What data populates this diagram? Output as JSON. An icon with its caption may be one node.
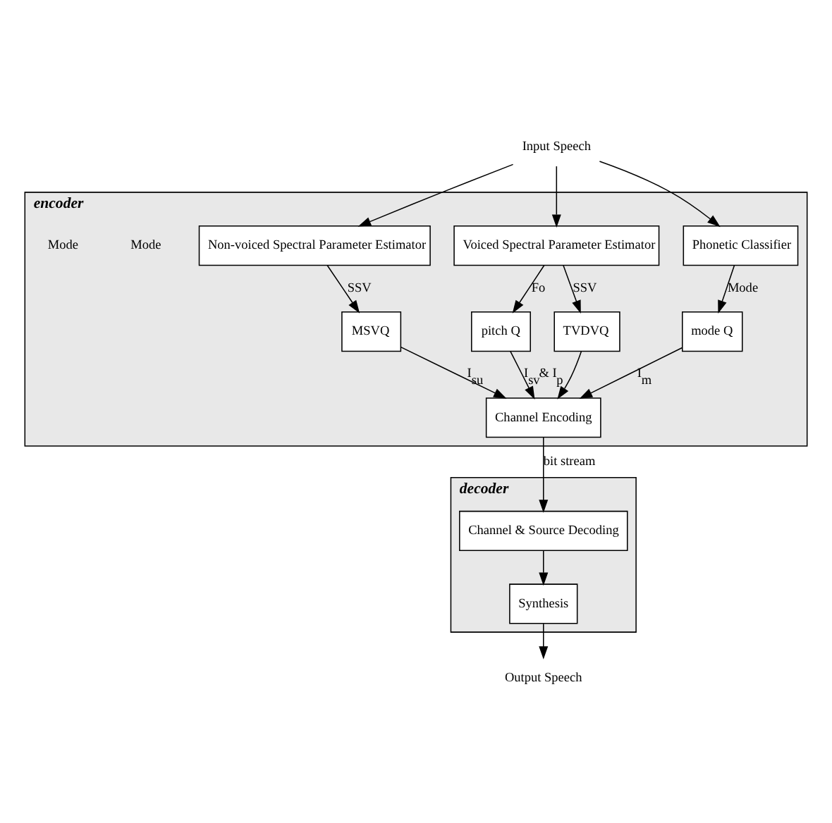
{
  "diagram": {
    "nodes": [
      {
        "text": [
          "encoder"
        ]
      },
      {
        "text": [
          "Non-voiced Spectral Parameter Estimator"
        ],
        "in": 0
      },
      {
        "text": [
          "Voiced Spectral Parameter Estimator"
        ],
        "in": 0
      },
      {
        "text": [
          "Phonetic Classifier"
        ],
        "in": 0
      },
      {
        "text": [
          "MSVQ"
        ],
        "in": 0
      },
      {
        "text": [
          "TVDVQ"
        ],
        "in": 0
      },
      {
        "text": [
          "pitch Q"
        ],
        "in": 0
      },
      {
        "text": [
          "mode Q"
        ],
        "in": 0
      },
      {
        "text": [
          "Channel Encoding"
        ],
        "in": 0
      },
      {
        "text": [
          "decoder"
        ]
      },
      {
        "text": [
          "Channel & Source Decoding"
        ],
        "in": 9
      },
      {
        "text": [
          "Synthesis"
        ],
        "in": 9
      },
      {
        "text": [
          "Input Speech"
        ]
      },
      {
        "text": [
          "Output Speech"
        ]
      }
    ],
    "edges": [
      {
        "from": 12,
        "to": 1,
        "arrow": "to"
      },
      {
        "from": 12,
        "to": 2,
        "arrow": "to"
      },
      {
        "from": 12,
        "to": 3,
        "arrow": "to"
      },
      {
        "from": 1,
        "to": 4,
        "arrow": "to",
        "label": "SSV"
      },
      {
        "from": 2,
        "to": 5,
        "arrow": "to",
        "label": "SSV"
      },
      {
        "from": 2,
        "to": 6,
        "arrow": "to",
        "label": "Fo"
      },
      {
        "from": 3,
        "to": 7,
        "arrow": "to",
        "label": "Mode"
      },
      {
        "from": 4,
        "to": 8,
        "arrow": "to",
        "label": "I$_{su}$"
      },
      {
        "from": 5,
        "to": 8,
        "arrow": "to"
      },
      {
        "from": 6,
        "to": 8,
        "arrow": "to",
        "label": "I$_{sv}$& I$_{p}$"
      },
      {
        "from": 7,
        "to": 8,
        "arrow": "to",
        "label": "I$_{m}$"
      },
      {
        "from": 8,
        "to": 10,
        "arrow": "to",
        "label": "bit stream"
      },
      {
        "from": 10,
        "to": 11,
        "arrow": "to"
      },
      {
        "from": 11,
        "to": 13,
        "arrow": "to"
      }
    ],
    "labels": [
      "Mode",
      "Mode"
    ]
  }
}
